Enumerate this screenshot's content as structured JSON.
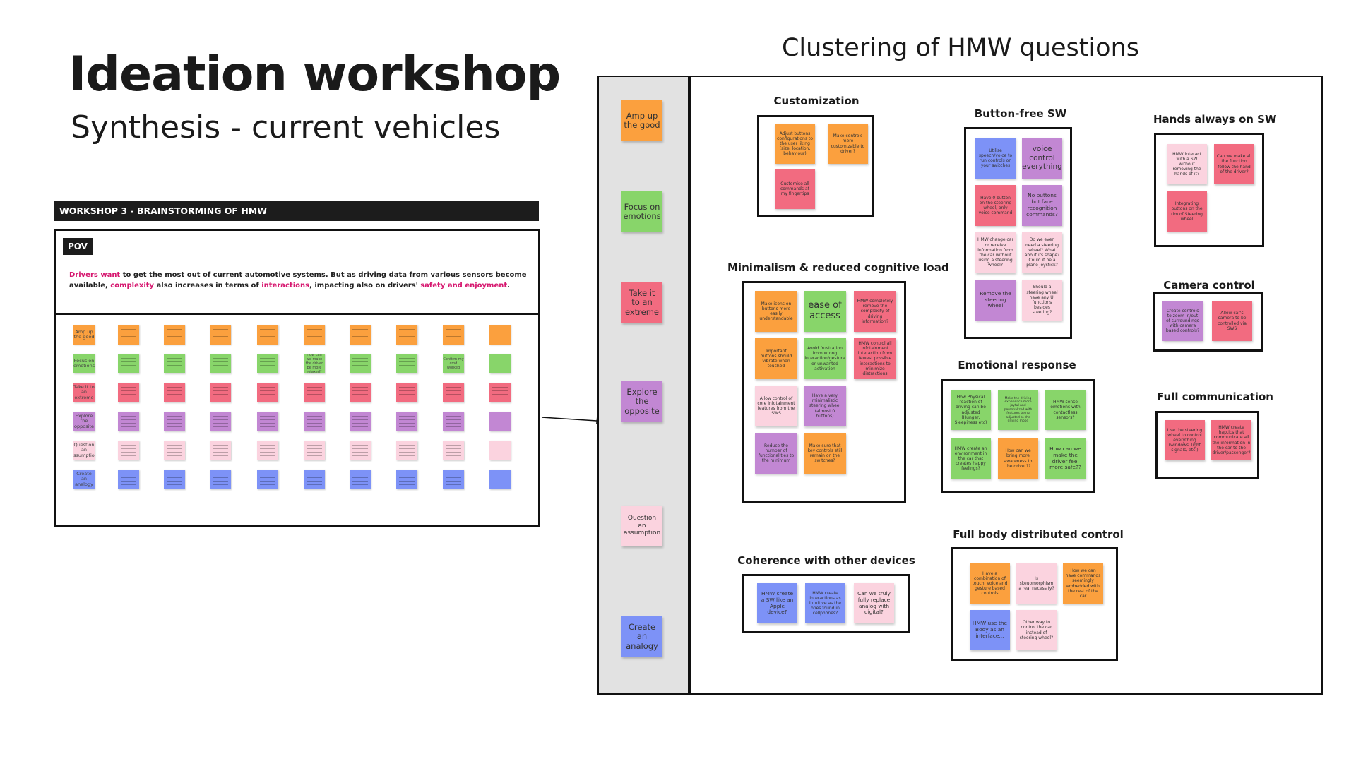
{
  "header": {
    "title": "Ideation workshop",
    "subtitle": "Synthesis - current vehicles",
    "clustering_title": "Clustering of HMW questions"
  },
  "workshop": {
    "header": "WORKSHOP 3 - BRAINSTORMING OF HMW",
    "pov_label": "POV",
    "pov": {
      "t1": "Drivers want",
      "t2": " to get the most out of current automotive systems. But as driving data from various sensors become available, ",
      "t3": "complexity",
      "t4": " also increases in terms of ",
      "t5": "interactions",
      "t6": ", impacting also on drivers' ",
      "t7": "safety and enjoyment",
      "t8": "."
    },
    "grid_rows": [
      {
        "label": "Amp up the good",
        "color": "o",
        "cells": [
          "",
          "",
          "",
          "",
          "",
          "",
          "",
          "",
          "",
          ""
        ]
      },
      {
        "label": "Focus on emotions",
        "color": "g",
        "cells": [
          "",
          "",
          "",
          "",
          "How can we make the driver be more relaxed?",
          "",
          "",
          "Confirm my cmd worked",
          "",
          ""
        ]
      },
      {
        "label": "Take it to an extreme",
        "color": "r",
        "cells": [
          "",
          "",
          "",
          "",
          "",
          "",
          "",
          "",
          "",
          ""
        ]
      },
      {
        "label": "Explore the opposite",
        "color": "p",
        "cells": [
          "",
          "",
          "",
          "",
          "",
          "",
          "",
          "",
          "",
          ""
        ]
      },
      {
        "label": "Question an assumption",
        "color": "k",
        "cells": [
          "",
          "",
          "",
          "",
          "",
          "",
          "",
          "",
          "",
          ""
        ]
      },
      {
        "label": "Create an analogy",
        "color": "b",
        "cells": [
          "",
          "",
          "",
          "",
          "",
          "",
          "",
          "",
          "",
          ""
        ]
      }
    ]
  },
  "categories": [
    {
      "label": "Amp up the good",
      "color": "o"
    },
    {
      "label": "Focus on emotions",
      "color": "g"
    },
    {
      "label": "Take it to an extreme",
      "color": "r"
    },
    {
      "label": "Explore the opposite",
      "color": "p"
    },
    {
      "label": "Question an assumption",
      "color": "k"
    },
    {
      "label": "Create an analogy",
      "color": "b"
    }
  ],
  "clusters": {
    "customization": {
      "title": "Customization",
      "notes": [
        {
          "text": "Adjust buttons configurations to the user liking (size, location, behaviour)",
          "color": "o"
        },
        {
          "text": "Make controls more customizable to driver?",
          "color": "o"
        },
        {
          "text": "Customise all commands at my fingertips",
          "color": "r"
        }
      ]
    },
    "minimalism": {
      "title": "Minimalism & reduced cognitive load",
      "notes": [
        {
          "text": "Make icons on buttons more easily understandable",
          "color": "o"
        },
        {
          "text": "ease of access",
          "color": "g"
        },
        {
          "text": "HMW completely remove the complexity of driving information?",
          "color": "r"
        },
        {
          "text": "Important buttons should vibrate when touched",
          "color": "o"
        },
        {
          "text": "Avoid frustration from wrong interaction/gesture or unwanted activation",
          "color": "g"
        },
        {
          "text": "HMW control all infotainment interaction from fewest possible interactions to minimize distractions",
          "color": "r"
        },
        {
          "text": "Allow control of core infotainment features from the SWS",
          "color": "k"
        },
        {
          "text": "Have a very minimalistic steering wheel (almost 0 buttons)",
          "color": "p"
        },
        {
          "text": "Reduce the number of functionalities to the minimum",
          "color": "p"
        },
        {
          "text": "Make sure that key controls still remain on the switches?",
          "color": "o"
        }
      ]
    },
    "buttonfree": {
      "title": "Button-free SW",
      "notes": [
        {
          "text": "Utilise speech/voice to run controls on your switches",
          "color": "b"
        },
        {
          "text": "voice control everything",
          "color": "p"
        },
        {
          "text": "Have 0 button on the steering wheel, only voice command",
          "color": "r"
        },
        {
          "text": "No buttons but face recognition commands?",
          "color": "p"
        },
        {
          "text": "HMW change car or receive information from the car without using a steering wheel?",
          "color": "k"
        },
        {
          "text": "Do we even need a steering wheel? What about its shape? Could it be a plane joystick?",
          "color": "k"
        },
        {
          "text": "Remove the steering wheel",
          "color": "p"
        },
        {
          "text": "Should a steering wheel have any UI functions besides steering?",
          "color": "k"
        }
      ]
    },
    "hands": {
      "title": "Hands always on SW",
      "notes": [
        {
          "text": "HMW interact with a SW without removing the hands of it?",
          "color": "k"
        },
        {
          "text": "Can we make all the function follow the hand of the driver?",
          "color": "r"
        },
        {
          "text": "Integrating buttons on the rim of Steering wheel",
          "color": "r"
        }
      ]
    },
    "camera": {
      "title": "Camera control",
      "notes": [
        {
          "text": "Create controls to zoom in/out of surroundings with camera based controls?",
          "color": "p"
        },
        {
          "text": "Allow car's camera to be controlled via SWS",
          "color": "r"
        }
      ]
    },
    "emotional": {
      "title": "Emotional response",
      "notes": [
        {
          "text": "How Physical reaction of driving can be adjusted (Hunger, Sleepiness etc)",
          "color": "g"
        },
        {
          "text": "Make the driving experience more joyful and personalized with features being adjusted to the driving mood",
          "color": "g"
        },
        {
          "text": "HMW sense emotions with contactless sensors?",
          "color": "g"
        },
        {
          "text": "HMW create an environment in the car that creates happy feelings?",
          "color": "g"
        },
        {
          "text": "How can we bring more awareness to the driver??",
          "color": "o"
        },
        {
          "text": "How can we make the driver feel more safe??",
          "color": "g"
        }
      ]
    },
    "fullcomm": {
      "title": "Full communication",
      "notes": [
        {
          "text": "Use the steering wheel to control everything (windows, light signals, etc.)",
          "color": "r"
        },
        {
          "text": "HMW create haptics that communicate all the information in the car to the driver/passenger?",
          "color": "r"
        }
      ]
    },
    "coherence": {
      "title": "Coherence with other devices",
      "notes": [
        {
          "text": "HMW create a SW like an Apple device?",
          "color": "b"
        },
        {
          "text": "HMW create interactions as intuitive as the ones found in cellphones?",
          "color": "b"
        },
        {
          "text": "Can we truly fully replace analog with digital?",
          "color": "k"
        }
      ]
    },
    "fullbody": {
      "title": "Full body distributed control",
      "notes": [
        {
          "text": "Have a combination of touch, voice and gesture based controls",
          "color": "o"
        },
        {
          "text": "Is skeuomorphism a real necessity?",
          "color": "k"
        },
        {
          "text": "How we can have commands seemingly embedded with the rest of the car",
          "color": "o"
        },
        {
          "text": "HMW use the Body as an interface...",
          "color": "b"
        },
        {
          "text": "Other way to control the car instead of steering wheel?",
          "color": "k"
        }
      ]
    }
  }
}
